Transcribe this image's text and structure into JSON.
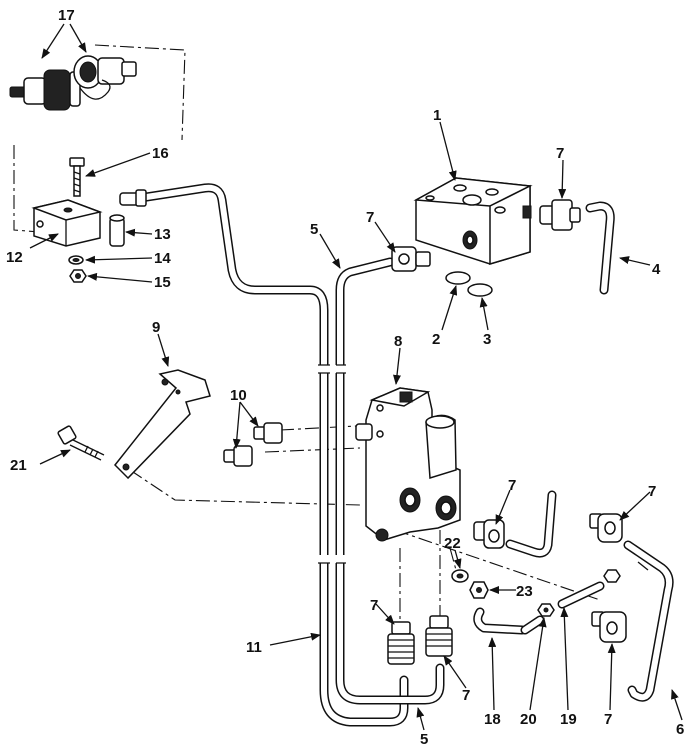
{
  "callouts": {
    "c1": "1",
    "c2": "2",
    "c3": "3",
    "c4": "4",
    "c5a": "5",
    "c5b": "5",
    "c6": "6",
    "c7a": "7",
    "c7b": "7",
    "c7c": "7",
    "c7d": "7",
    "c7e": "7",
    "c7f": "7",
    "c7g": "7",
    "c8": "8",
    "c9": "9",
    "c10": "10",
    "c11": "11",
    "c12": "12",
    "c13": "13",
    "c14": "14",
    "c15": "15",
    "c16": "16",
    "c17": "17",
    "c18": "18",
    "c19": "19",
    "c20": "20",
    "c21": "21",
    "c22": "22",
    "c23": "23"
  }
}
